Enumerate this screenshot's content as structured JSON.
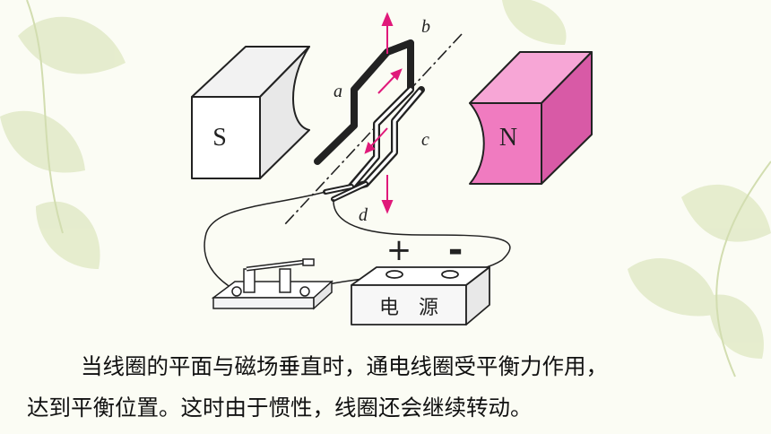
{
  "diagram": {
    "magnet_left_label": "S",
    "magnet_right_label": "N",
    "coil_labels": {
      "a": "a",
      "b": "b",
      "c": "c",
      "d": "d"
    },
    "battery_label": "电　源",
    "terminal_plus": "+",
    "terminal_minus": "-"
  },
  "caption": {
    "line1": "当线圈的平面与磁场垂直时，通电线圈受平衡力作用，",
    "line2": "达到平衡位置。这时由于惯性，线圈还会继续转动。"
  },
  "colors": {
    "magnet_n": "#f07bc0",
    "magnet_s": "#ffffff",
    "arrow": "#e0197a",
    "leaf": "#dfe8c4"
  }
}
